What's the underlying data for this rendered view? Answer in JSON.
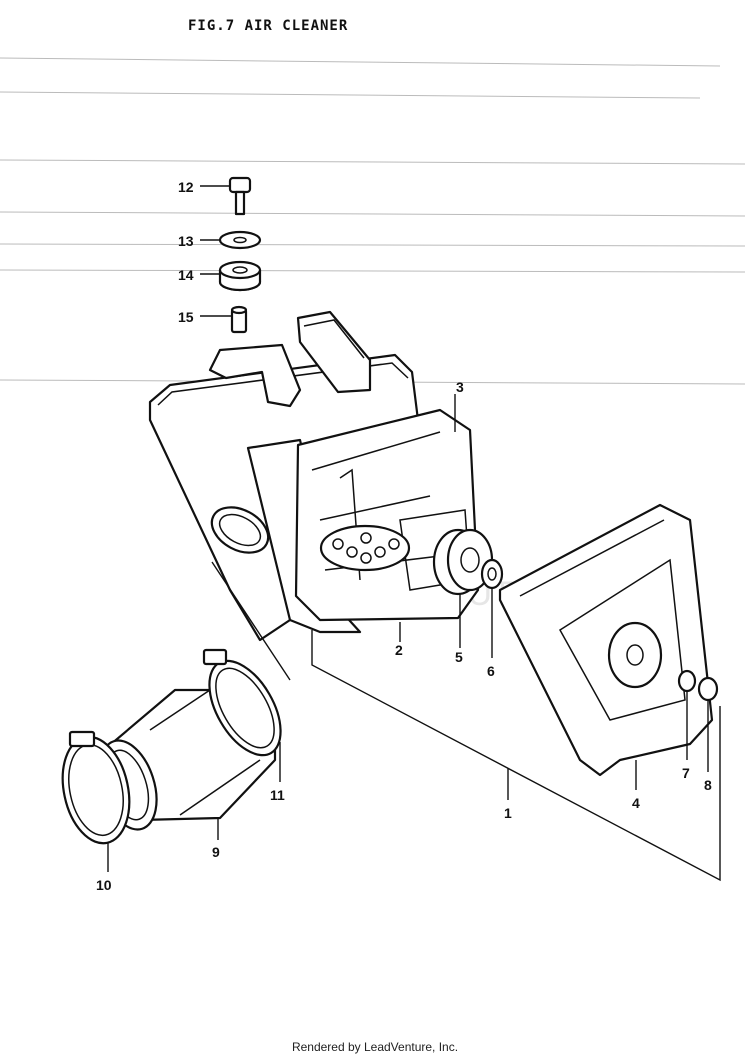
{
  "figure": {
    "title": "FIG.7  AIR CLEANER"
  },
  "callouts": {
    "c1": "1",
    "c2": "2",
    "c3": "3",
    "c4": "4",
    "c5": "5",
    "c6": "6",
    "c7": "7",
    "c8": "8",
    "c9": "9",
    "c10": "10",
    "c11": "11",
    "c12": "12",
    "c13": "13",
    "c14": "14",
    "c15": "15"
  },
  "watermark": "LEADVENTURE",
  "footer": "Rendered by LeadVenture, Inc."
}
